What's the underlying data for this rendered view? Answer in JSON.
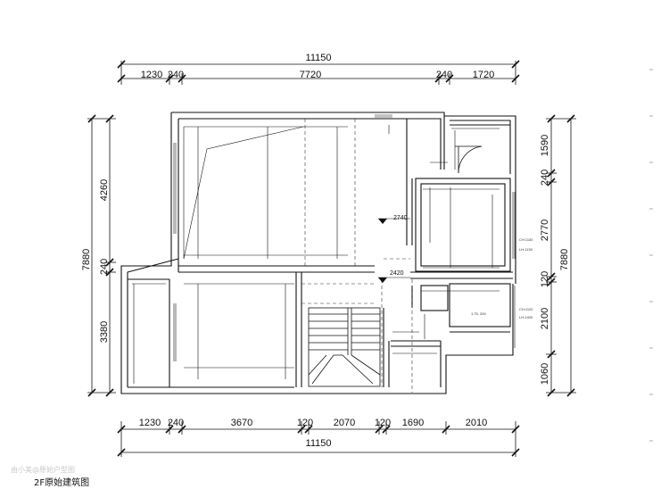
{
  "top_dims": {
    "total": "11150",
    "segments": [
      "1230",
      "240",
      "7720",
      "240",
      "1720"
    ]
  },
  "bottom_dims": {
    "total": "11150",
    "segments": [
      "1230",
      "240",
      "3670",
      "120",
      "2070",
      "120",
      "1690",
      "2010"
    ]
  },
  "left_dims": {
    "total": "7880",
    "segments": [
      "4260",
      "240",
      "3380"
    ]
  },
  "right_dims": {
    "total": "7880",
    "segments": [
      "1590",
      "240",
      "2770",
      "120",
      "2100",
      "1060"
    ]
  },
  "levels": {
    "upper": "2740",
    "lower": "2420"
  },
  "window_labels": {
    "a": "CH:1130",
    "b": "LH:1130",
    "c": "CH:1120",
    "d": "LH:1400"
  },
  "room_label": "1.75, 200",
  "caption": "2F原始建筑图",
  "watermark": "由小美@原始户型图"
}
